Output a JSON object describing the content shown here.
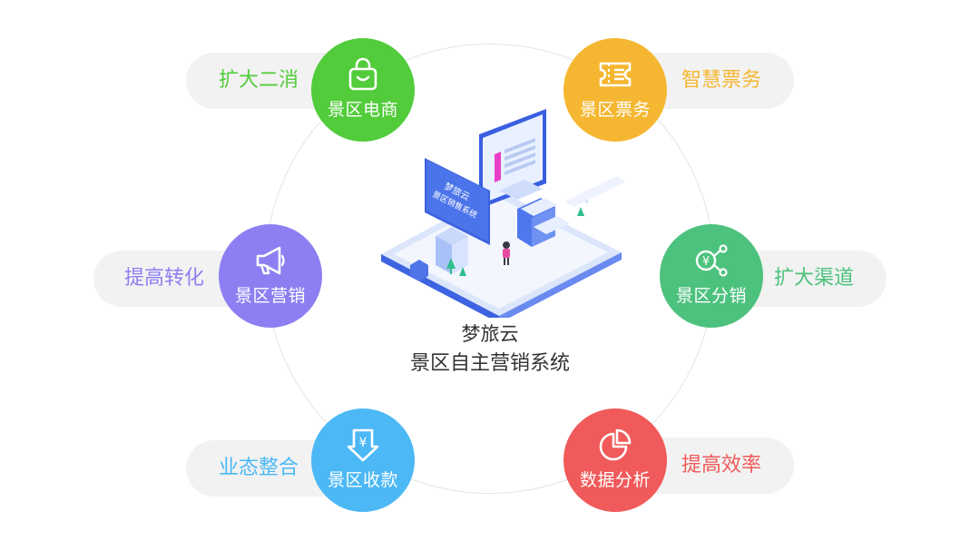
{
  "center": {
    "line1": "梦旅云",
    "line2": "景区自主营销系统",
    "screen_sign_line1": "梦旅云",
    "screen_sign_line2": "景区销售系统"
  },
  "nodes": [
    {
      "label": "景区电商",
      "color": "#52cc3b",
      "icon": "shopping-bag-icon",
      "pill": "扩大二消",
      "pill_color": "#52cc3b"
    },
    {
      "label": "景区票务",
      "color": "#f5b731",
      "icon": "ticket-icon",
      "pill": "智慧票务",
      "pill_color": "#f5b731"
    },
    {
      "label": "景区营销",
      "color": "#8d7ff2",
      "icon": "megaphone-icon",
      "pill": "提高转化",
      "pill_color": "#8d7ff2"
    },
    {
      "label": "景区分销",
      "color": "#4dc27e",
      "icon": "share-yuan-icon",
      "pill": "扩大渠道",
      "pill_color": "#4dc27e"
    },
    {
      "label": "景区收款",
      "color": "#4cb8f5",
      "icon": "yuan-download-icon",
      "pill": "业态整合",
      "pill_color": "#4cb8f5"
    },
    {
      "label": "数据分析",
      "color": "#f05a5a",
      "icon": "pie-chart-icon",
      "pill": "提高效率",
      "pill_color": "#f05a5a"
    }
  ]
}
